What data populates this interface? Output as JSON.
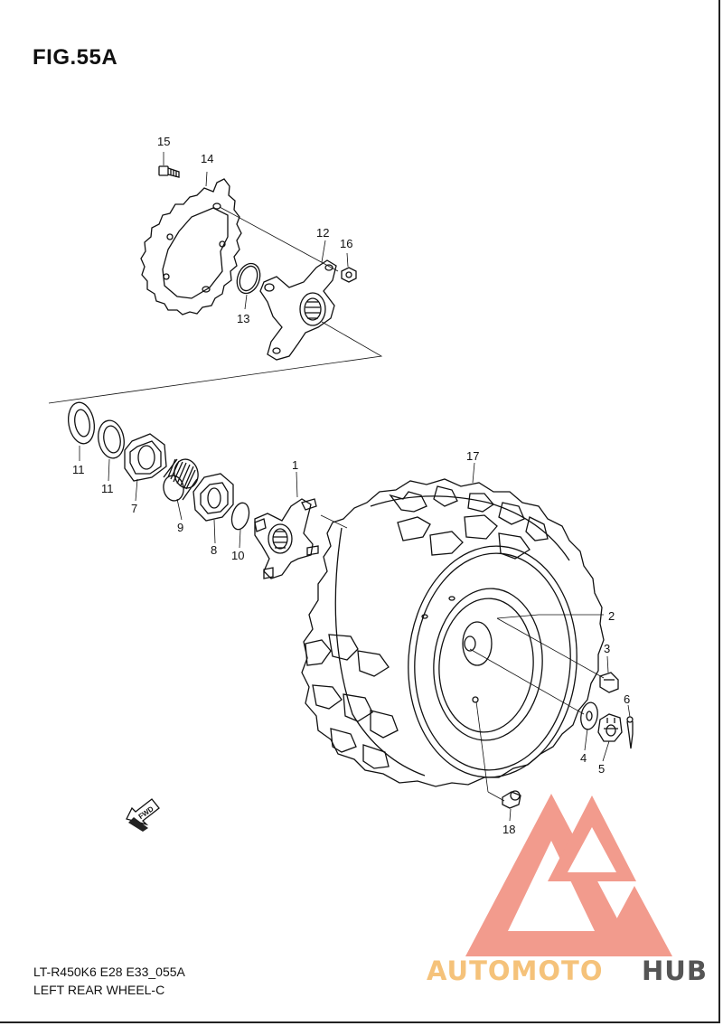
{
  "figure": {
    "title": "FIG.55A",
    "model_code": "LT-R450K6 E28 E33_055A",
    "name": "LEFT REAR WHEEL-C"
  },
  "callouts": {
    "c1": "1",
    "c2": "2",
    "c3": "3",
    "c4": "4",
    "c5": "5",
    "c6": "6",
    "c7": "7",
    "c8": "8",
    "c9": "9",
    "c10": "10",
    "c11a": "11",
    "c11b": "11",
    "c12": "12",
    "c13": "13",
    "c14": "14",
    "c15": "15",
    "c16": "16",
    "c17": "17",
    "c18": "18"
  },
  "fwd_arrow": {
    "label": "FWD",
    "icon": "forward-arrow-icon"
  },
  "watermark": {
    "part1": "AUTOMOTO",
    "part2": "HUB",
    "colors": {
      "primary": "#f08a7a",
      "secondary": "#f5c27a",
      "dark": "#555555"
    }
  }
}
